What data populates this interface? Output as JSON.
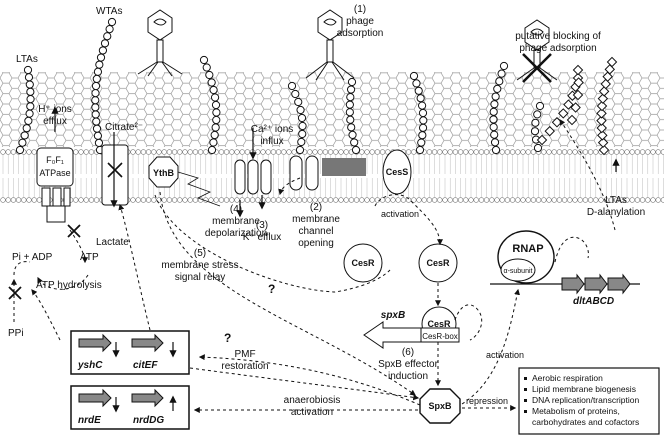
{
  "labels": {
    "ltas": "LTAs",
    "wtas": "WTAs",
    "phage_adsorption_num": "(1)",
    "phage_adsorption_1": "phage",
    "phage_adsorption_2": "adsorption",
    "putative_1": "putative blocking of",
    "putative_2": "phage adsorption",
    "h_ions_1": "H⁺ ions",
    "h_ions_2": "efflux",
    "citrate": "Citrate²⁻",
    "ca_ions_1": "Ca²⁺ ions",
    "ca_ions_2": "influx",
    "atpase_1": "F₀F₁",
    "atpase_2": "ATPase",
    "ythb": "YthB",
    "step4_num": "(4)",
    "step4_1": "membrane",
    "step4_2": "depolarization",
    "step3": "(3)",
    "step3_k": "K⁺ efflux",
    "step2_num": "(2)",
    "step2_1": "membrane",
    "step2_2": "channel",
    "step2_3": "opening",
    "cess": "CesS",
    "activation_cesr": "activation",
    "cesr": "CesR",
    "lactate": "Lactate",
    "pi_adp": "Pi + ADP",
    "atp": "ATP",
    "atp_hydrolysis": "ATP hydrolysis",
    "ppi": "PPi",
    "step5_num": "(5)",
    "step5_1": "membrane stress",
    "step5_2": "signal relay",
    "question": "?",
    "spxb_gene": "spxB",
    "cesr_box": "CesR-box",
    "step6_num": "(6)",
    "step6_1": "SpxB effector",
    "step6_2": "induction",
    "spxb_protein": "SpxB",
    "pmf_1": "PMF",
    "pmf_2": "restoration",
    "anaerobiosis_1": "anaerobiosis",
    "anaerobiosis_2": "activation",
    "repression": "repression",
    "activation_rnap": "activation",
    "rnap": "RNAP",
    "alpha_subunit": "α-subunit",
    "dltabcd": "dltABCD",
    "ltas_dala_1": "LTAs",
    "ltas_dala_2": "D-alanylation"
  },
  "genes_box1": [
    "yshC",
    "citEF"
  ],
  "genes_box2": [
    "nrdE",
    "nrdDG"
  ],
  "effects": [
    "Aerobic respiration",
    "Lipid membrane biogenesis",
    "DNA replication/transcription",
    "Metabolism of proteins,",
    "carbohydrates and cofactors"
  ]
}
